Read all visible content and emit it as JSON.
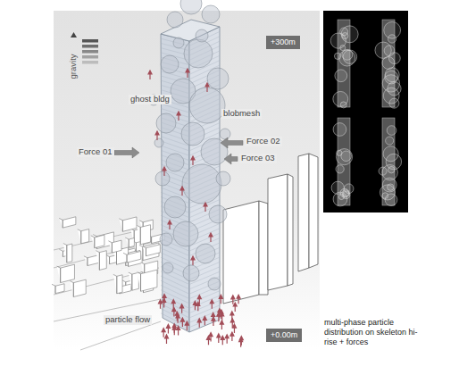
{
  "diagram": {
    "caption": "multi-phase particle distribution on skeleton hi-rise + forces",
    "nodes": [
      {
        "text": [
          "+300m"
        ]
      },
      {
        "text": [
          "+0.00m"
        ]
      }
    ],
    "labels": [
      "gravity",
      "ghost bldg",
      "blobmesh",
      "Force 01",
      "Force 02",
      "Force 03",
      "particle flow"
    ]
  }
}
